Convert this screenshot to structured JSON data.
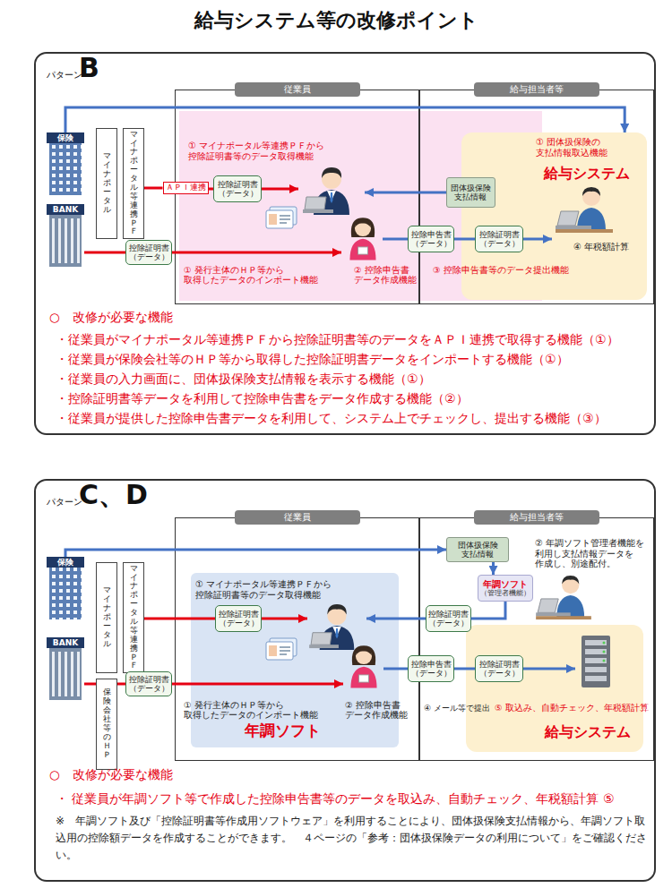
{
  "diagram": {
    "title": "給与システム等の改修ポイント",
    "nodes": [
      {
        "text": [
          "パターン",
          "B"
        ]
      },
      {
        "text": [
          "保険"
        ],
        "in": 0
      },
      {
        "text": [
          "BANK"
        ],
        "in": 0
      },
      {
        "text": [
          "マイナポータル"
        ],
        "in": 0
      },
      {
        "text": [
          "マイナポータル等連携ＰＦ"
        ],
        "in": 0
      },
      {
        "text": [
          "従業員"
        ],
        "in": 0
      },
      {
        "text": [
          "給与担当者等"
        ],
        "in": 0
      },
      {
        "text": [
          "ＡＰＩ連携"
        ],
        "in": 0
      },
      {
        "text": [
          "控除証明書",
          "（データ）"
        ],
        "in": 5
      },
      {
        "text": [
          "控除証明書",
          "（データ）"
        ],
        "in": 0
      },
      {
        "text": [
          "給与システム"
        ],
        "in": 6
      },
      {
        "text": [
          "団体扱保険 支払情報"
        ],
        "in": 6
      },
      {
        "text": [
          "控除申告書",
          "（データ）"
        ],
        "in": 0
      },
      {
        "text": [
          "控除証明書",
          "（データ）"
        ],
        "in": 10
      },
      {
        "text": [
          "パターン",
          "C、D"
        ]
      },
      {
        "text": [
          "保険"
        ],
        "in": 14
      },
      {
        "text": [
          "BANK"
        ],
        "in": 14
      },
      {
        "text": [
          "マイナポータル"
        ],
        "in": 14
      },
      {
        "text": [
          "マイナポータル等連携ＰＦ"
        ],
        "in": 14
      },
      {
        "text": [
          "保険会社等のＨＰ"
        ],
        "in": 14
      },
      {
        "text": [
          "従業員"
        ],
        "in": 14
      },
      {
        "text": [
          "給与担当者等"
        ],
        "in": 14
      },
      {
        "text": [
          "年調ソフト"
        ],
        "in": 20
      },
      {
        "text": [
          "給与システム"
        ],
        "in": 21
      },
      {
        "text": [
          "団体扱保険 支払情報"
        ],
        "in": 21
      },
      {
        "text": [
          "年調ソフト",
          "（管理者機能）"
        ],
        "in": 21
      },
      {
        "text": [
          "控除証明書",
          "（データ）"
        ],
        "in": 21
      },
      {
        "text": [
          "控除証明書",
          "（データ）"
        ],
        "in": 22
      },
      {
        "text": [
          "控除証明書",
          "（データ）"
        ],
        "in": 14
      },
      {
        "text": [
          "控除申告書",
          "（データ）"
        ],
        "in": 14
      },
      {
        "text": [
          "控除証明書",
          "（データ）"
        ],
        "in": 23
      }
    ],
    "edges": [
      {
        "from": 1,
        "to": 10,
        "arrow": "to"
      },
      {
        "from": 4,
        "to": 7,
        "arrow": "none"
      },
      {
        "from": 7,
        "to": 8,
        "arrow": "none"
      },
      {
        "from": 2,
        "to": 9,
        "arrow": "none"
      },
      {
        "from": 12,
        "to": 13,
        "arrow": "none"
      },
      {
        "from": 15,
        "to": 24,
        "arrow": "to"
      },
      {
        "from": 24,
        "to": 25,
        "arrow": "to"
      },
      {
        "from": 25,
        "to": 26,
        "arrow": "none"
      },
      {
        "from": 18,
        "to": 27,
        "arrow": "none"
      },
      {
        "from": 19,
        "to": 28,
        "arrow": "none"
      },
      {
        "from": 16,
        "to": 19,
        "arrow": "none"
      },
      {
        "from": 29,
        "to": 30,
        "arrow": "none"
      }
    ],
    "labels": [
      "① マイナポータル等連携ＰＦから 控除証明書等のデータ取得機能",
      "① 団体扱保険の 支払情報取込機能",
      "① 発行主体のＨＰ等から 取得したデータのインポート機能",
      "② 控除申告書 データ作成機能",
      "③ 控除申告書等のデータ提出機能",
      "④ 年税額計算",
      "○　改修が必要な機能",
      "・従業員がマイナポータル等連携ＰＦから控除証明書等のデータをＡＰＩ連携で取得する機能（①）",
      "・従業員が保険会社等のＨＰ等から取得した控除証明書データをインポートする機能（①）",
      "・従業員の入力画面に、団体扱保険支払情報を表示する機能（①）",
      "・控除証明書等データを利用して控除申告書をデータ作成する機能（②）",
      "・従業員が提供した控除申告書データを利用して、システム上でチェックし、提出する機能（③）",
      "② 年調ソフト管理者機能を 利用し支払情報データを 作成し、別途配付。",
      "① マイナポータル等連携ＰＦから 控除証明書等のデータ取得機能",
      "① 発行主体のＨＰ等から 取得したデータのインポート機能",
      "② 控除申告書 データ作成機能",
      "④ メール等で提出",
      "⑤ 取込み、自動チェック、年税額計算",
      "○　改修が必要な機能",
      "・ 従業員が年調ソフト等で作成した控除申告書等のデータを取込み、自動チェック、年税額計算 ⑤",
      "※　年調ソフト及び「控除証明書等作成用ソフトウェア」を利用することにより、団体扱保険支払情報から、年調ソフト取込用の控除額データを作成することができます。　４ページの「参考：団体扱保険データの利用について」をご確認ください。"
    ]
  }
}
